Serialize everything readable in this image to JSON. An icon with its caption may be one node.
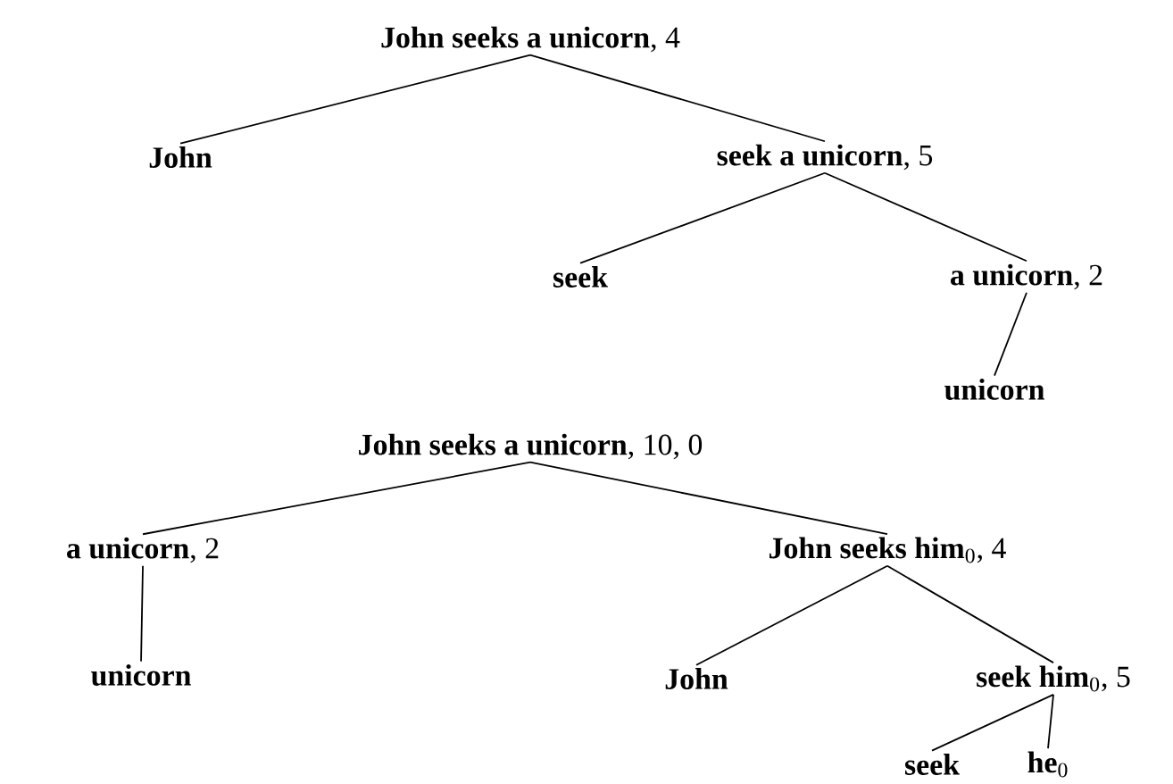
{
  "diagram": {
    "nodes": [
      {
        "text": [
          "**John seeks a unicorn**, 4"
        ]
      },
      {
        "text": [
          "**John**"
        ]
      },
      {
        "text": [
          "**seek a unicorn**, 5"
        ]
      },
      {
        "text": [
          "**seek**"
        ]
      },
      {
        "text": [
          "**a unicorn**, 2"
        ]
      },
      {
        "text": [
          "**unicorn**"
        ]
      },
      {
        "text": [
          "**John seeks a unicorn**, 10, 0"
        ]
      },
      {
        "text": [
          "**a unicorn**, 2"
        ]
      },
      {
        "text": [
          "**John seeks him**$_{0}$, 4"
        ]
      },
      {
        "text": [
          "**unicorn**"
        ]
      },
      {
        "text": [
          "**John**"
        ]
      },
      {
        "text": [
          "**seek him**$_{0}$, 5"
        ]
      },
      {
        "text": [
          "**seek**"
        ]
      },
      {
        "text": [
          "**he**$_{0}$"
        ]
      }
    ],
    "edges": [
      {
        "from": 0,
        "to": 1,
        "arrow": "none"
      },
      {
        "from": 0,
        "to": 2,
        "arrow": "none"
      },
      {
        "from": 2,
        "to": 3,
        "arrow": "none"
      },
      {
        "from": 2,
        "to": 4,
        "arrow": "none"
      },
      {
        "from": 4,
        "to": 5,
        "arrow": "none"
      },
      {
        "from": 6,
        "to": 7,
        "arrow": "none"
      },
      {
        "from": 6,
        "to": 8,
        "arrow": "none"
      },
      {
        "from": 7,
        "to": 9,
        "arrow": "none"
      },
      {
        "from": 8,
        "to": 10,
        "arrow": "none"
      },
      {
        "from": 8,
        "to": 11,
        "arrow": "none"
      },
      {
        "from": 11,
        "to": 12,
        "arrow": "none"
      },
      {
        "from": 11,
        "to": 13,
        "arrow": "none"
      }
    ]
  }
}
